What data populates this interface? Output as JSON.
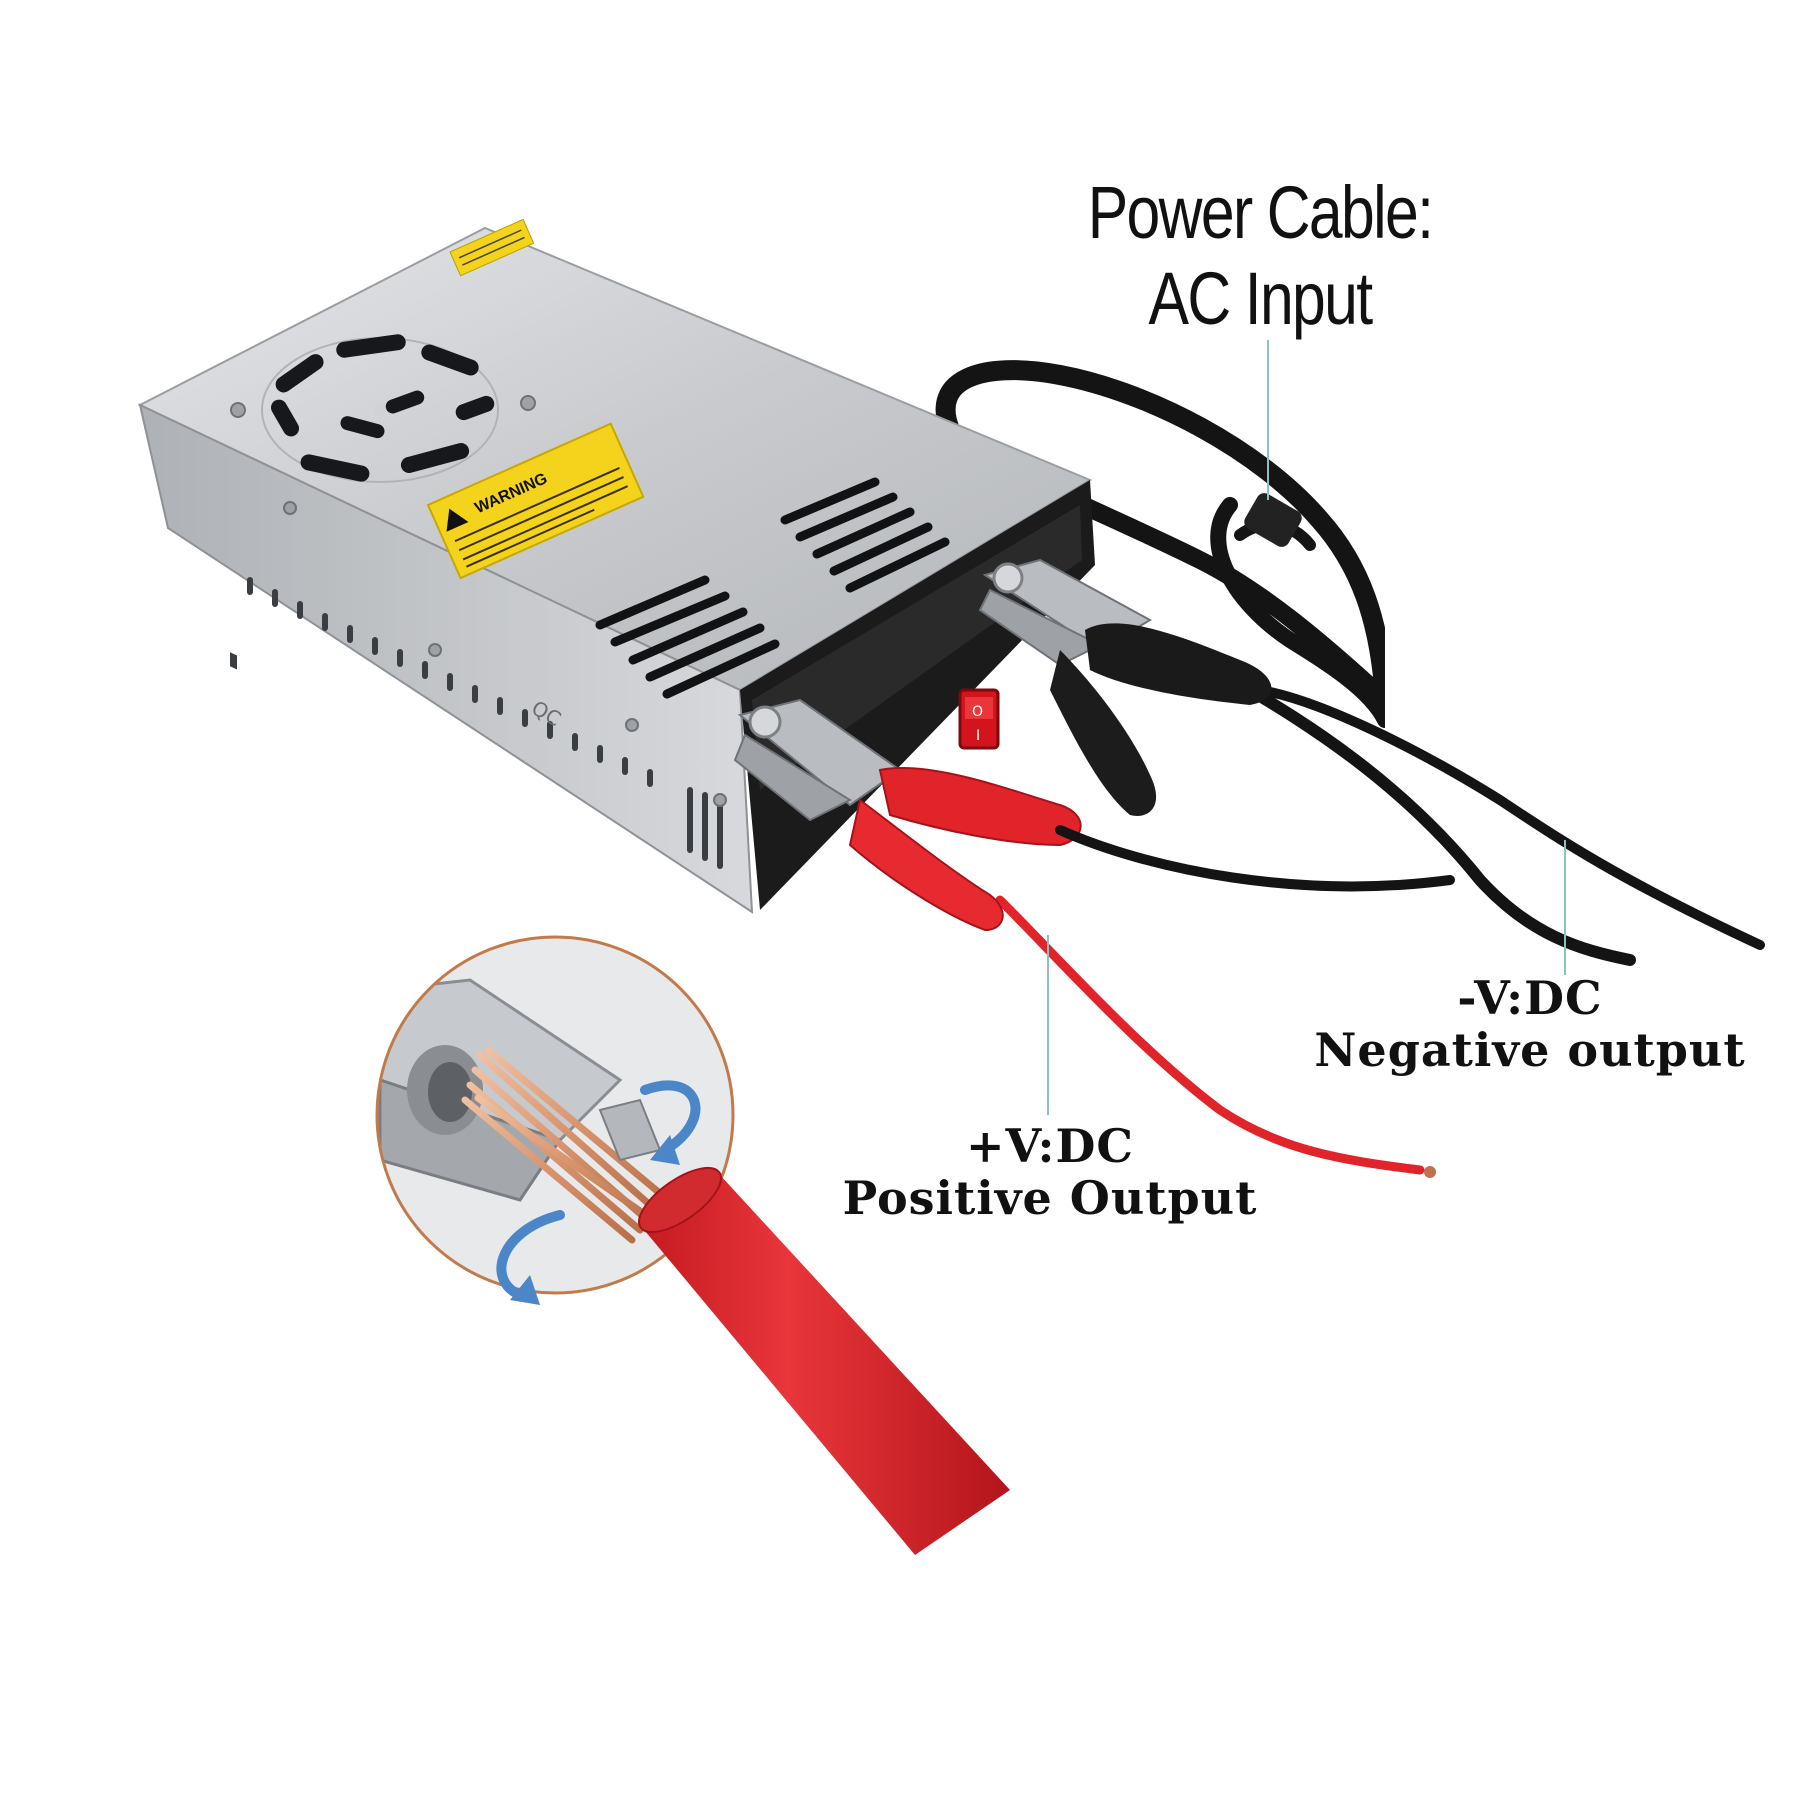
{
  "labels": {
    "ac_input": {
      "line1": "Power Cable:",
      "line2": "AC Input"
    },
    "negative_output": {
      "line1": "-V:DC",
      "line2": "Negative output"
    },
    "positive_output": {
      "line1": "+V:DC",
      "line2": "Positive Output"
    }
  },
  "panel_text": {
    "warning": "WARNING"
  },
  "switch_marks": {
    "off": "O",
    "on": "I"
  },
  "colors": {
    "background": "#ffffff",
    "label_text": "#111111",
    "leader_line": "#8fbfbf",
    "chassis_silver": "#c9cbce",
    "end_cap": "#1b1b1b",
    "warning_yellow": "#f4d31c",
    "red_wire": "#e0242a",
    "black_wire": "#141414",
    "rocker_switch": "#d4141c",
    "copper": "#d9946e",
    "arrow_blue": "#4a86c8",
    "inset_ring": "#c27a4a"
  }
}
